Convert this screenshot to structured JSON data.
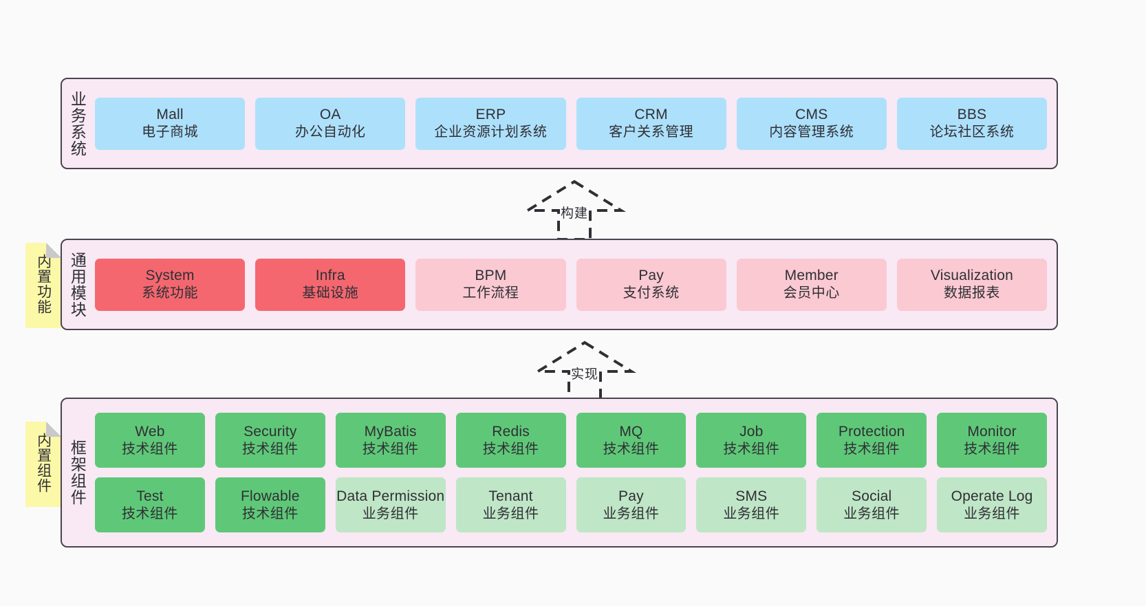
{
  "diagram": {
    "title": "",
    "colors": {
      "panel_bg": "#f8e9f4",
      "panel_border": "#4a4450",
      "blue": "#ade0fb",
      "red": "#f4676f",
      "pink": "#fbc9d2",
      "green": "#5fc878",
      "light_green": "#bfe6c6",
      "note_yellow": "#fbf8a8",
      "canvas_bg": "#fafafa"
    }
  },
  "layers": {
    "business": {
      "title": "业务系统",
      "cards": [
        {
          "en": "Mall",
          "cn": "电子商城",
          "color": "c-blue"
        },
        {
          "en": "OA",
          "cn": "办公自动化",
          "color": "c-blue"
        },
        {
          "en": "ERP",
          "cn": "企业资源计划系统",
          "color": "c-blue"
        },
        {
          "en": "CRM",
          "cn": "客户关系管理",
          "color": "c-blue"
        },
        {
          "en": "CMS",
          "cn": "内容管理系统",
          "color": "c-blue"
        },
        {
          "en": "BBS",
          "cn": "论坛社区系统",
          "color": "c-blue"
        }
      ]
    },
    "modules": {
      "title": "通用模块",
      "note": "内置功能",
      "cards": [
        {
          "en": "System",
          "cn": "系统功能",
          "color": "c-red"
        },
        {
          "en": "Infra",
          "cn": "基础设施",
          "color": "c-red"
        },
        {
          "en": "BPM",
          "cn": "工作流程",
          "color": "c-pink"
        },
        {
          "en": "Pay",
          "cn": "支付系统",
          "color": "c-pink"
        },
        {
          "en": "Member",
          "cn": "会员中心",
          "color": "c-pink"
        },
        {
          "en": "Visualization",
          "cn": "数据报表",
          "color": "c-pink"
        }
      ]
    },
    "framework": {
      "title": "框架组件",
      "note": "内置组件",
      "row1": [
        {
          "en": "Web",
          "cn": "技术组件",
          "color": "c-green"
        },
        {
          "en": "Security",
          "cn": "技术组件",
          "color": "c-green"
        },
        {
          "en": "MyBatis",
          "cn": "技术组件",
          "color": "c-green"
        },
        {
          "en": "Redis",
          "cn": "技术组件",
          "color": "c-green"
        },
        {
          "en": "MQ",
          "cn": "技术组件",
          "color": "c-green"
        },
        {
          "en": "Job",
          "cn": "技术组件",
          "color": "c-green"
        },
        {
          "en": "Protection",
          "cn": "技术组件",
          "color": "c-green"
        },
        {
          "en": "Monitor",
          "cn": "技术组件",
          "color": "c-green"
        }
      ],
      "row2": [
        {
          "en": "Test",
          "cn": "技术组件",
          "color": "c-green"
        },
        {
          "en": "Flowable",
          "cn": "技术组件",
          "color": "c-green"
        },
        {
          "en": "Data Permission",
          "cn": "业务组件",
          "color": "c-lightgrn"
        },
        {
          "en": "Tenant",
          "cn": "业务组件",
          "color": "c-lightgrn"
        },
        {
          "en": "Pay",
          "cn": "业务组件",
          "color": "c-lightgrn"
        },
        {
          "en": "SMS",
          "cn": "业务组件",
          "color": "c-lightgrn"
        },
        {
          "en": "Social",
          "cn": "业务组件",
          "color": "c-lightgrn"
        },
        {
          "en": "Operate Log",
          "cn": "业务组件",
          "color": "c-lightgrn"
        }
      ]
    }
  },
  "arrows": [
    {
      "label": "构建",
      "name": "arrow-build"
    },
    {
      "label": "实现",
      "name": "arrow-implement"
    }
  ]
}
